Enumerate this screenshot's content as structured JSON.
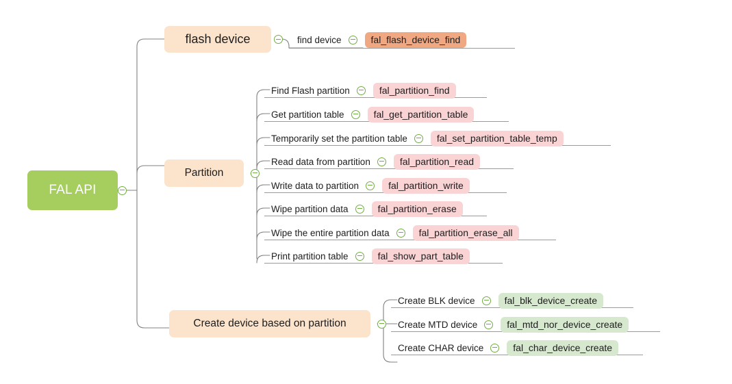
{
  "diagram": {
    "type": "mind-map",
    "title": "FAL API",
    "icon_names": {
      "collapse": "collapse-toggle-icon"
    },
    "colors": {
      "root_fill": "#a5ce5f",
      "root_text": "#ffffff",
      "branch_fill": "#fbe3cc",
      "chip_orange": "#f0a882",
      "chip_pink": "#fad3d5",
      "chip_green": "#d6e8ce",
      "wire": "#808080",
      "toggle": "#6fae3f",
      "background": "#ffffff"
    }
  },
  "root": {
    "label": "FAL API"
  },
  "branches": [
    {
      "label": "flash device",
      "children": [
        {
          "label": "find device",
          "func": "fal_flash_device_find"
        }
      ]
    },
    {
      "label": "Partition",
      "children": [
        {
          "label": "Find Flash partition",
          "func": "fal_partition_find"
        },
        {
          "label": "Get partition table",
          "func": "fal_get_partition_table"
        },
        {
          "label": "Temporarily set the partition table",
          "func": "fal_set_partition_table_temp"
        },
        {
          "label": "Read data from partition",
          "func": "fal_partition_read"
        },
        {
          "label": "Write data to partition",
          "func": "fal_partition_write"
        },
        {
          "label": "Wipe partition data",
          "func": "fal_partition_erase"
        },
        {
          "label": "Wipe the entire partition data",
          "func": "fal_partition_erase_all"
        },
        {
          "label": "Print partition table",
          "func": "fal_show_part_table"
        }
      ]
    },
    {
      "label": "Create device based on partition",
      "children": [
        {
          "label": "Create BLK device",
          "func": "fal_blk_device_create"
        },
        {
          "label": "Create MTD device",
          "func": "fal_mtd_nor_device_create"
        },
        {
          "label": "Create CHAR device",
          "func": "fal_char_device_create"
        }
      ]
    }
  ]
}
